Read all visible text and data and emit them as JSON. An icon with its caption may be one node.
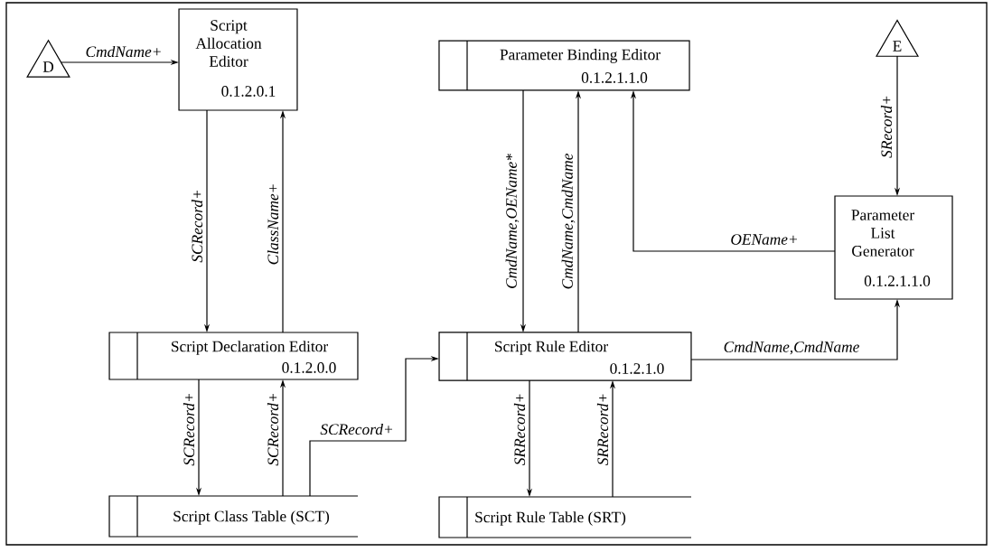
{
  "diagram": {
    "nodes": [
      {
        "text": [
          "D"
        ]
      },
      {
        "text": [
          "Script Allocation Editor",
          "0.1.2.0.1"
        ]
      },
      {
        "text": [
          "Parameter Binding Editor",
          "0.1.2.1.1.0"
        ]
      },
      {
        "text": [
          "E"
        ]
      },
      {
        "text": [
          "Parameter List Generator",
          "0.1.2.1.1.0"
        ]
      },
      {
        "text": [
          "Script Declaration Editor",
          "0.1.2.0.0"
        ]
      },
      {
        "text": [
          "Script Rule Editor",
          "0.1.2.1.0"
        ]
      },
      {
        "text": [
          "Script Class Table (SCT)"
        ]
      },
      {
        "text": [
          "Script Rule Table (SRT)"
        ]
      }
    ],
    "edges": [
      {
        "from": 0,
        "to": 1,
        "arrow": "to",
        "label": "CmdName+"
      },
      {
        "from": 1,
        "to": 5,
        "arrow": "to",
        "label": "SCRecord+"
      },
      {
        "from": 5,
        "to": 1,
        "arrow": "to",
        "label": "ClassName+"
      },
      {
        "from": 2,
        "to": 6,
        "arrow": "to",
        "label": "CmdName,OEName*"
      },
      {
        "from": 6,
        "to": 2,
        "arrow": "to",
        "label": "CmdName,CmdName"
      },
      {
        "from": 4,
        "to": 2,
        "arrow": "to",
        "label": "OEName+"
      },
      {
        "from": 3,
        "to": 4,
        "arrow": "to",
        "label": "SRecord+"
      },
      {
        "from": 6,
        "to": 4,
        "arrow": "to",
        "label": "CmdName,CmdName"
      },
      {
        "from": 5,
        "to": 7,
        "arrow": "to",
        "label": "SCRecord+"
      },
      {
        "from": 7,
        "to": 5,
        "arrow": "to",
        "label": "SCRecord+"
      },
      {
        "from": 7,
        "to": 6,
        "arrow": "to",
        "label": "SCRecord+"
      },
      {
        "from": 6,
        "to": 8,
        "arrow": "to",
        "label": "SRRecord+"
      },
      {
        "from": 8,
        "to": 6,
        "arrow": "to",
        "label": "SRRecord+"
      }
    ]
  }
}
